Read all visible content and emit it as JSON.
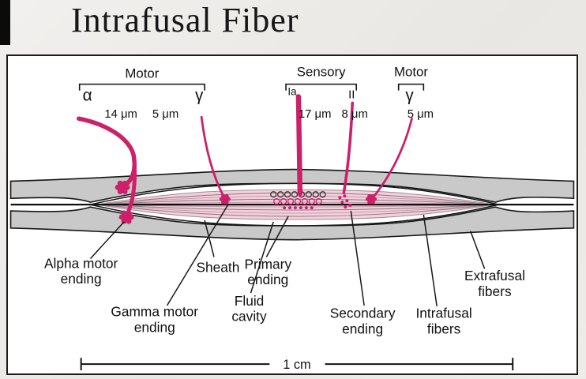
{
  "page": {
    "title": "Intrafusal Fiber"
  },
  "colors": {
    "fiber_magenta": "#cc2069",
    "muscle_gray": "#c9c9c9",
    "bundle_pink": "#f4d0dc",
    "page_background": "#ebe9e5",
    "line_black": "#161616"
  },
  "diagram": {
    "nerve_groups": {
      "motor_left": {
        "label": "Motor",
        "fibers": [
          {
            "symbol": "α",
            "size": "14 μm"
          },
          {
            "symbol": "γ",
            "size": "5 μm"
          }
        ]
      },
      "sensory": {
        "label": "Sensory",
        "fibers": [
          {
            "symbol": "Ia",
            "size": "17 μm"
          },
          {
            "symbol": "II",
            "size": "8 μm"
          }
        ]
      },
      "motor_right": {
        "label": "Motor",
        "fibers": [
          {
            "symbol": "γ",
            "size": "5 μm"
          }
        ]
      }
    },
    "labels": {
      "alpha_motor_ending": {
        "line1": "Alpha motor",
        "line2": "ending"
      },
      "sheath": {
        "line1": "Sheath"
      },
      "primary_ending": {
        "line1": "Primary",
        "line2": "ending"
      },
      "fluid_cavity": {
        "line1": "Fluid",
        "line2": "cavity"
      },
      "gamma_motor_ending": {
        "line1": "Gamma motor",
        "line2": "ending"
      },
      "secondary_ending": {
        "line1": "Secondary",
        "line2": "ending"
      },
      "extrafusal_fibers": {
        "line1": "Extrafusal",
        "line2": "fibers"
      },
      "intrafusal_fibers": {
        "line1": "Intrafusal",
        "line2": "fibers"
      }
    },
    "scale_bar": {
      "label": "1 cm"
    }
  }
}
